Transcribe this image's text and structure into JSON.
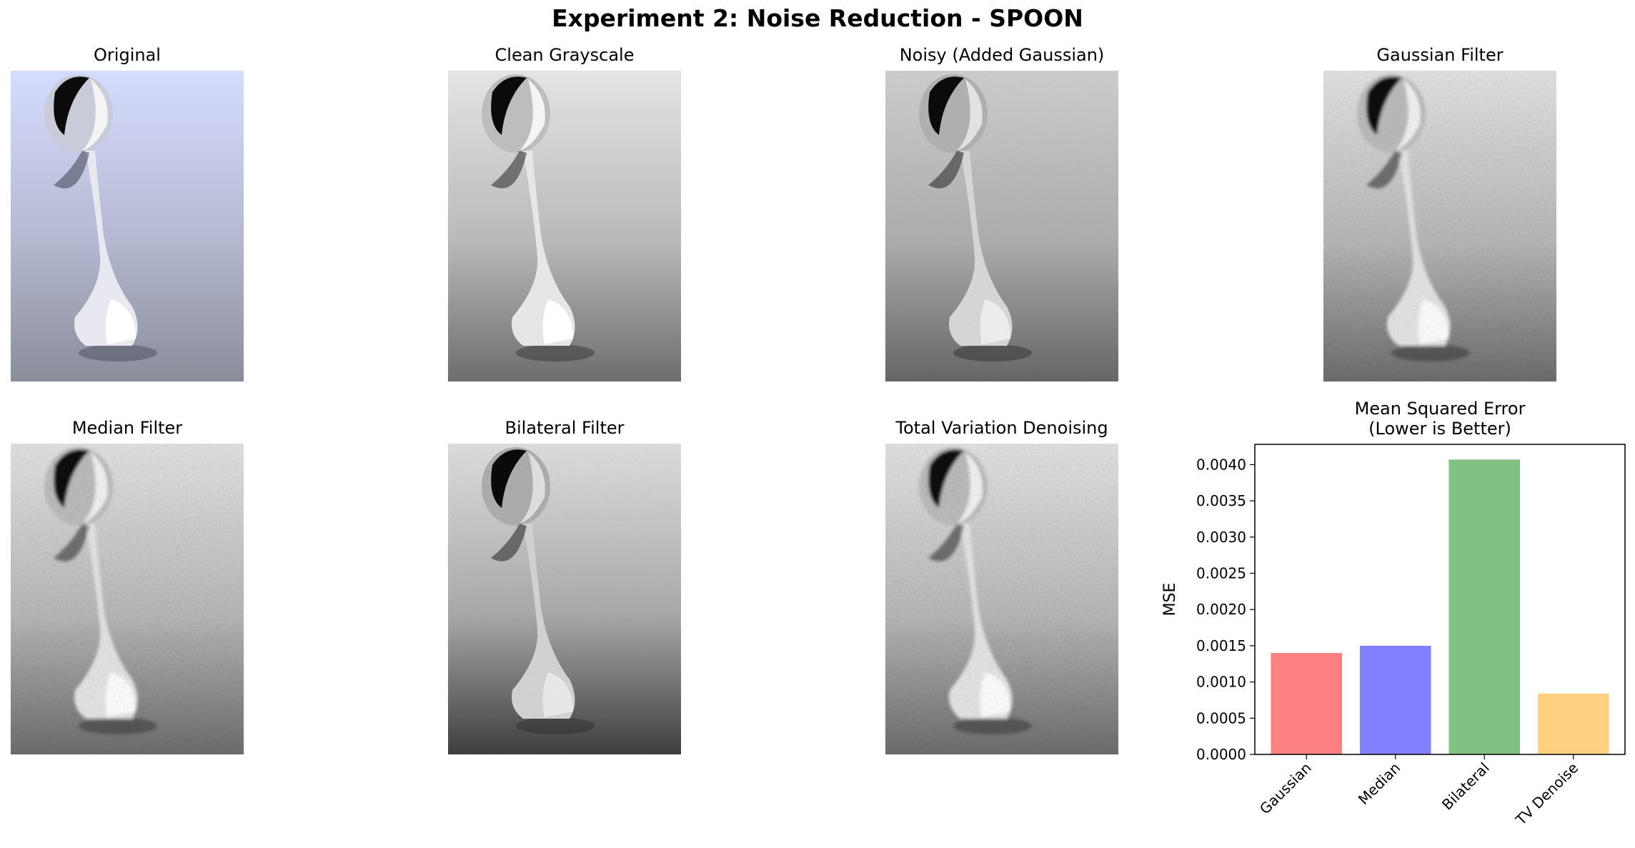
{
  "suptitle": "Experiment 2: Noise Reduction - SPOON",
  "panels": [
    {
      "title": "Original",
      "style": "color"
    },
    {
      "title": "Clean Grayscale",
      "style": "clean"
    },
    {
      "title": "Noisy (Added Gaussian)",
      "style": "noisy"
    },
    {
      "title": "Gaussian Filter",
      "style": "gauss"
    },
    {
      "title": "Median Filter",
      "style": "median"
    },
    {
      "title": "Bilateral Filter",
      "style": "bilateral"
    },
    {
      "title": "Total Variation Denoising",
      "style": "tv"
    }
  ],
  "chart_data": {
    "type": "bar",
    "title": "Mean Squared Error\n(Lower is Better)",
    "title_lines": [
      "Mean Squared Error",
      "(Lower is Better)"
    ],
    "xlabel": "",
    "ylabel": "MSE",
    "categories": [
      "Gaussian",
      "Median",
      "Bilateral",
      "TV Denoise"
    ],
    "values": [
      0.0014,
      0.0015,
      0.00407,
      0.00084
    ],
    "colors": [
      "#ff4b4b",
      "#4b4bff",
      "#4ba64b",
      "#ffbf4b"
    ],
    "ylim": [
      0,
      0.00428
    ],
    "yticks": [
      "0.0000",
      "0.0005",
      "0.0010",
      "0.0015",
      "0.0020",
      "0.0025",
      "0.0030",
      "0.0035",
      "0.0040"
    ],
    "grid": false
  }
}
